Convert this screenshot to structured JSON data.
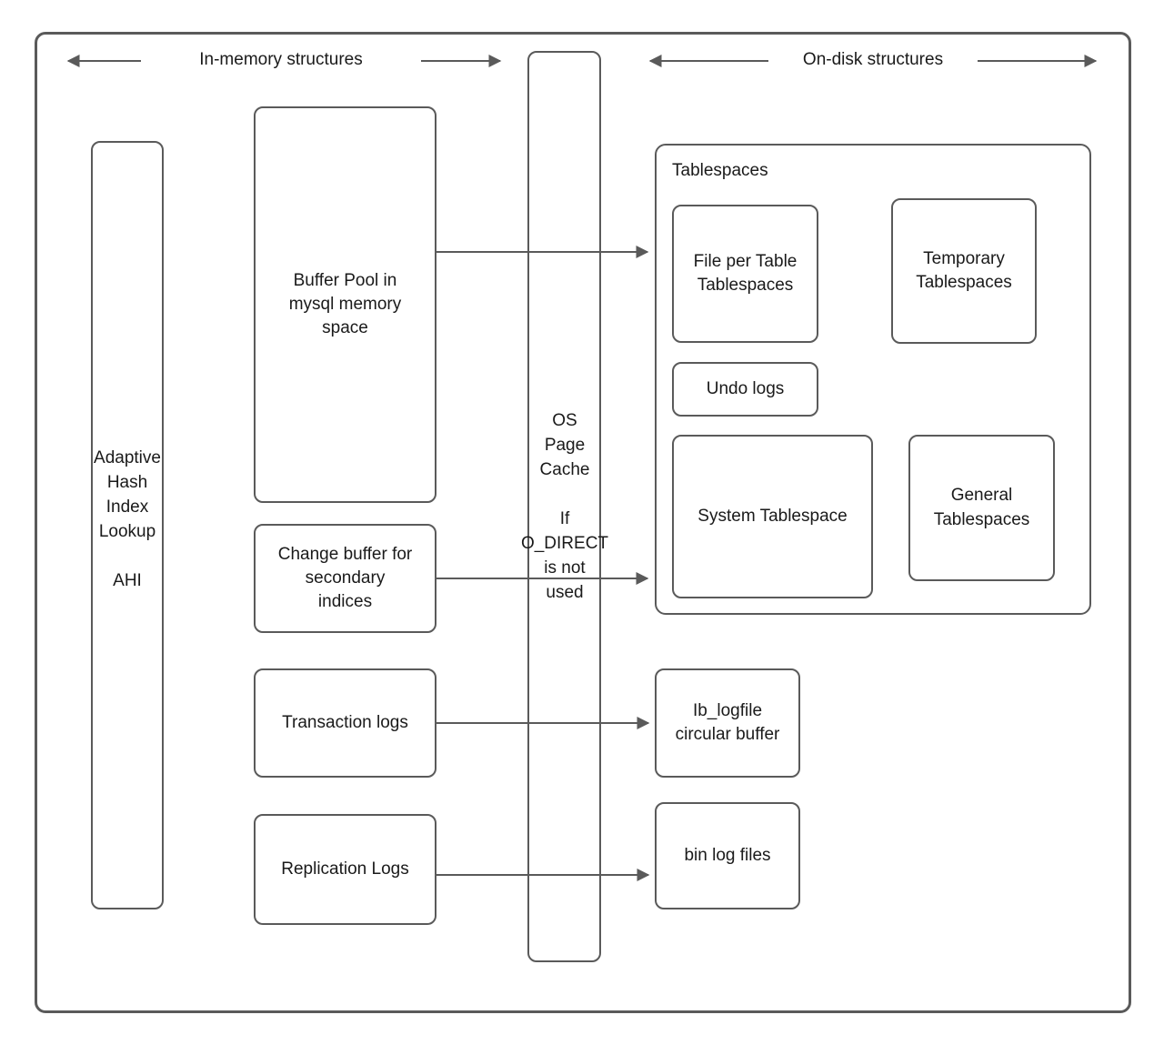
{
  "diagram": {
    "title_hidden": "",
    "sections": {
      "left_arrow_label": "In-memory structures",
      "right_arrow_label": "On-disk structures"
    },
    "colors": {
      "stroke": "#5a5a5a",
      "text": "#1a1a1a",
      "background": "#ffffff"
    },
    "in_memory": {
      "ahi_box": {
        "label": "Adaptive\nHash\nIndex\nLookup\n\nAHI"
      },
      "buffer_pool": {
        "label": "Buffer Pool in\nmysql memory\nspace"
      },
      "change_buffer": {
        "label": "Change buffer for\nsecondary\nindices"
      },
      "transaction_logs": {
        "label": "Transaction logs"
      },
      "replication_logs": {
        "label": "Replication Logs"
      }
    },
    "os_page_cache": {
      "label": "OS\nPage\nCache\n\nIf\nO_DIRECT\nis not\nused"
    },
    "on_disk": {
      "tablespaces_group": {
        "title": "Tablespaces",
        "items": [
          {
            "label": "File per Table\nTablespaces"
          },
          {
            "label": "Temporary\nTablespaces"
          },
          {
            "label": "Undo logs"
          },
          {
            "label": "System Tablespace"
          },
          {
            "label": "General\nTablespaces"
          }
        ]
      },
      "ib_logfile": {
        "label": "Ib_logfile\ncircular buffer"
      },
      "bin_log_files": {
        "label": "bin log files"
      }
    },
    "connectors": [
      {
        "name": "buffer-pool-to-file-per-table",
        "from": "Buffer Pool in mysql memory space",
        "to": "File per Table Tablespaces"
      },
      {
        "name": "change-buffer-to-system-tablespace",
        "from": "Change buffer for secondary indices",
        "to": "System Tablespace"
      },
      {
        "name": "transaction-logs-to-ib-logfile",
        "from": "Transaction logs",
        "to": "Ib_logfile circular buffer"
      },
      {
        "name": "replication-logs-to-bin-log-files",
        "from": "Replication Logs",
        "to": "bin log files"
      }
    ]
  }
}
